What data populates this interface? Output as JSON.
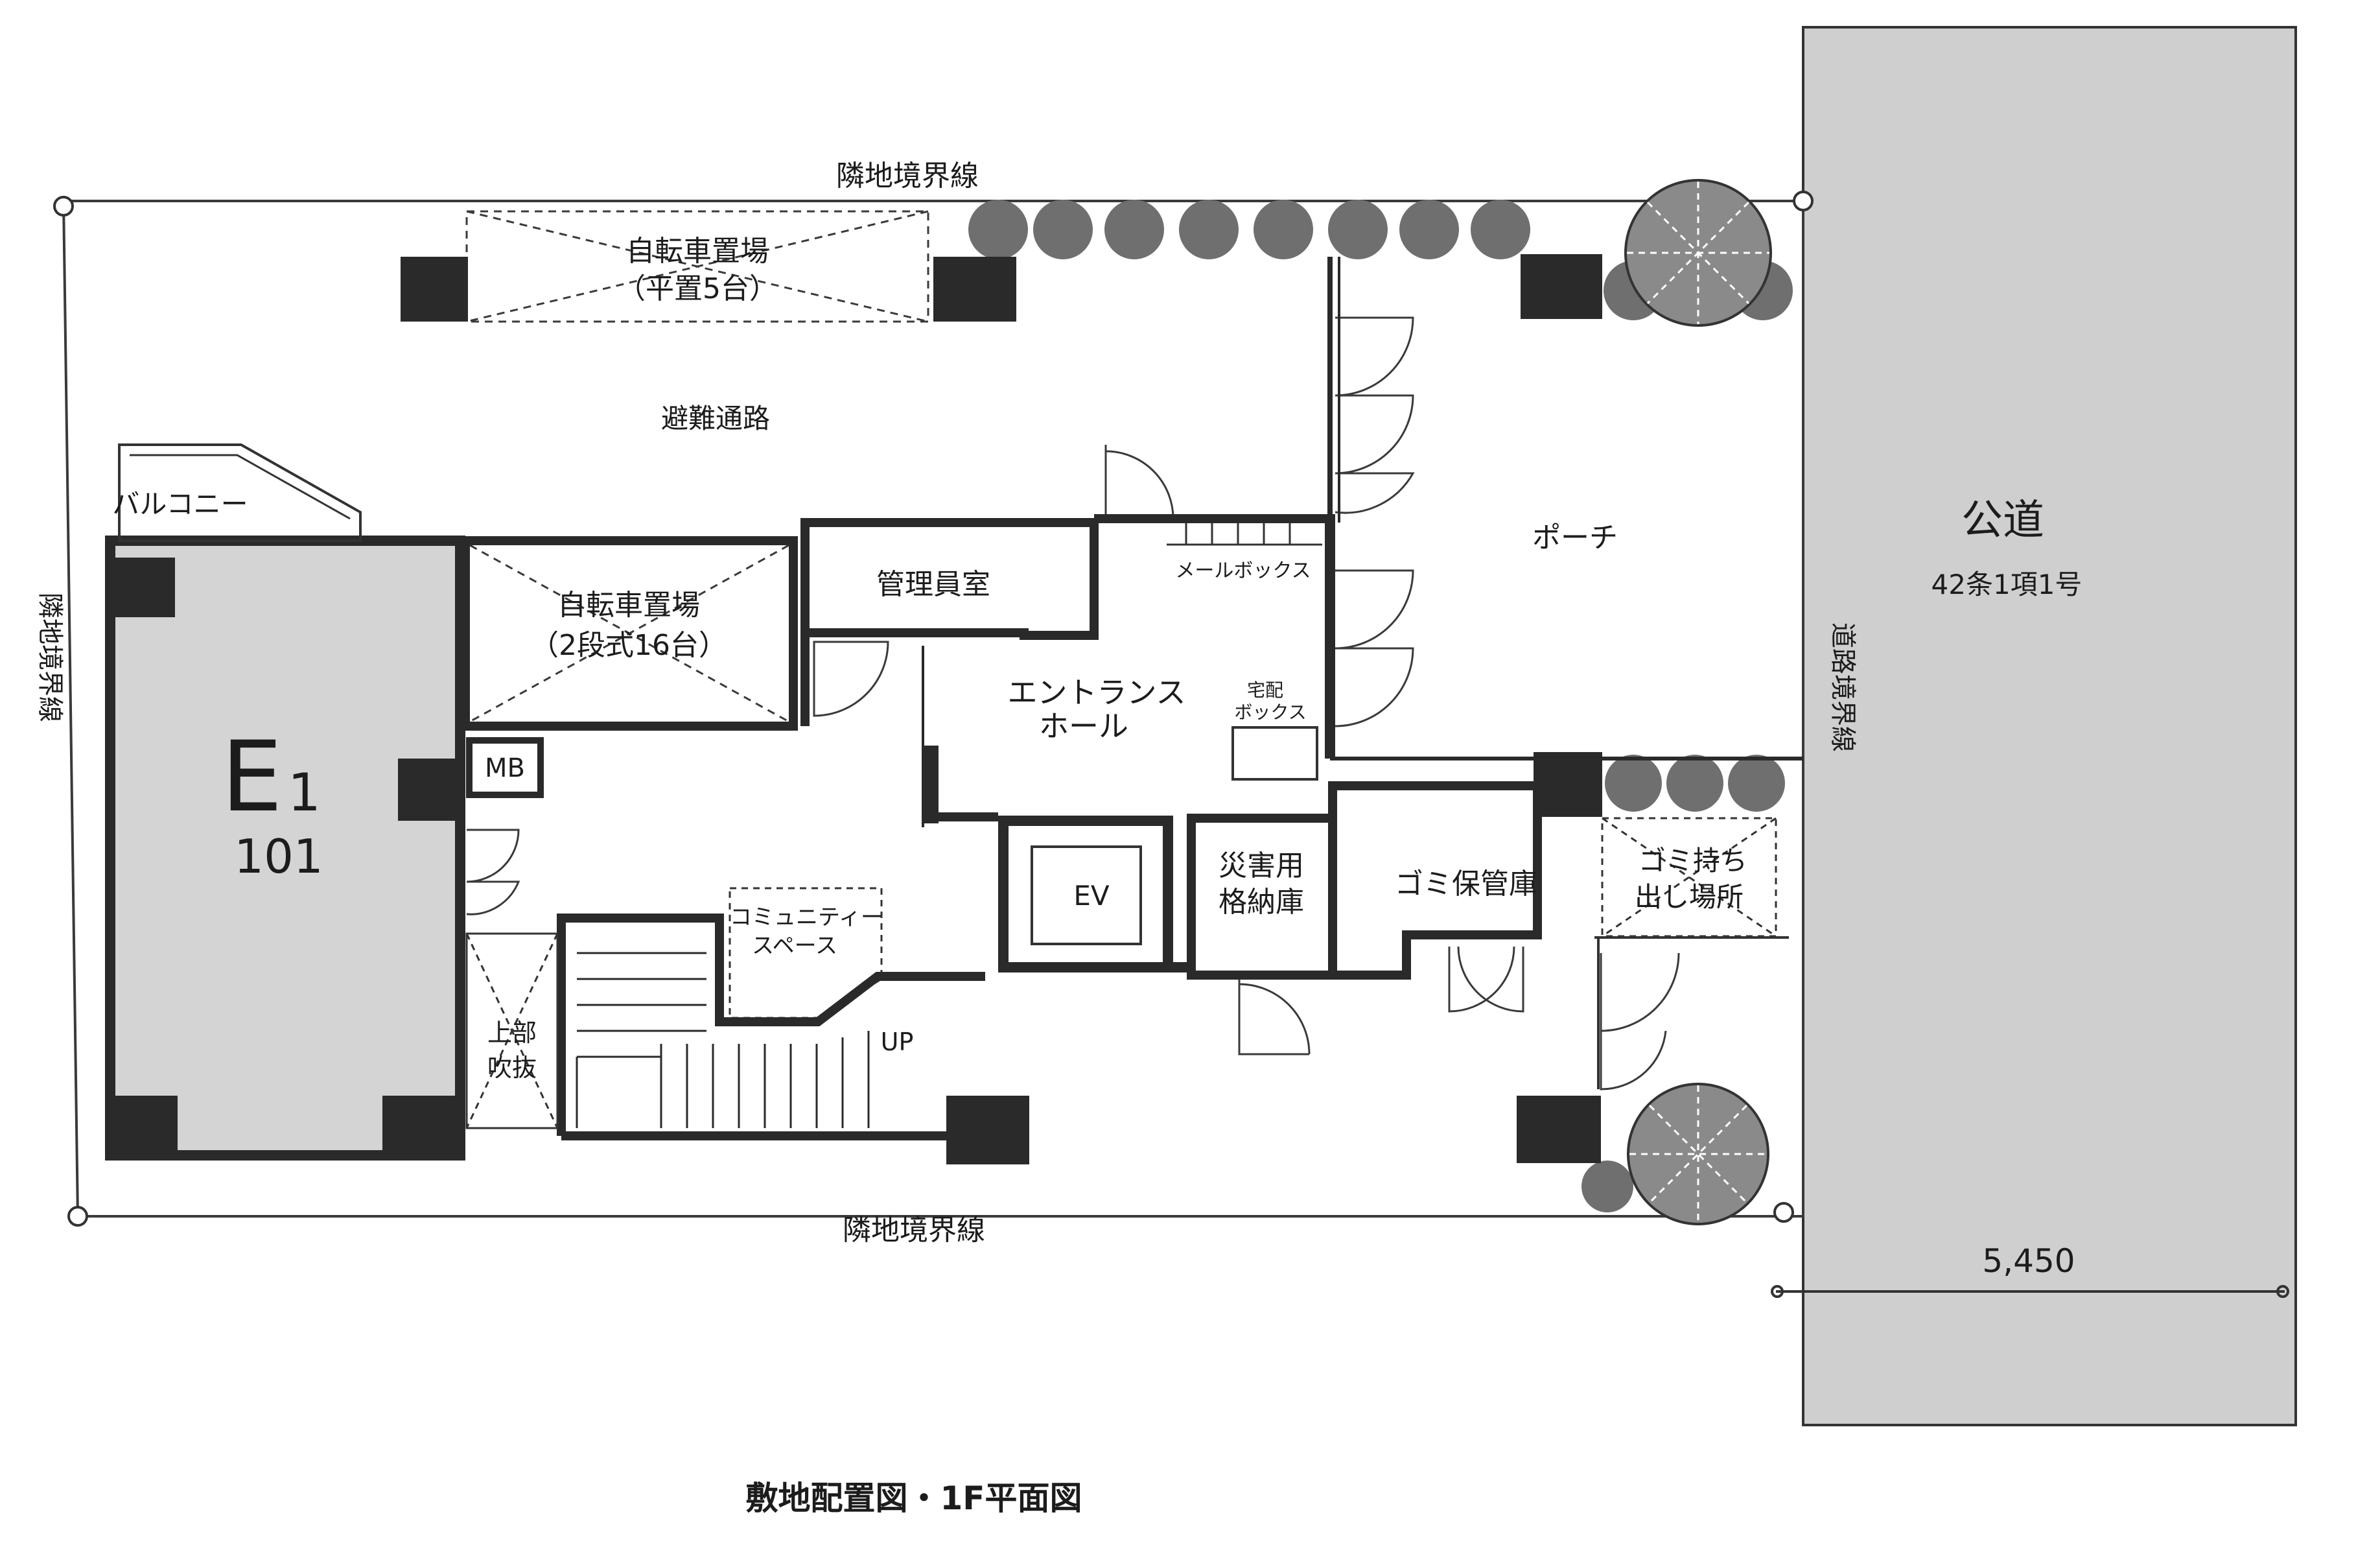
{
  "title": "敷地配置図・1F平面図",
  "labels": {
    "boundary_top": "隣地境界線",
    "boundary_bottom": "隣地境界線",
    "boundary_left": "隣地境界線",
    "road_boundary": "道路境界線",
    "bike_parking_top_1": "自転車置場",
    "bike_parking_top_2": "（平置5台）",
    "evac_route": "避難通路",
    "balcony": "バルコニー",
    "unit_name_main": "E",
    "unit_name_sub": "1",
    "unit_number": "101",
    "bike_parking_mid_1": "自転車置場",
    "bike_parking_mid_2": "（2段式16台）",
    "management_office": "管理員室",
    "mailbox": "メールボックス",
    "porch": "ポーチ",
    "entrance_hall_1": "エントランス",
    "entrance_hall_2": "ホール",
    "delivery_box_1": "宅配",
    "delivery_box_2": "ボックス",
    "meter_box": "MB",
    "community_space_1": "コミュニティー",
    "community_space_2": "スペース",
    "elevator": "EV",
    "disaster_storage_1": "災害用",
    "disaster_storage_2": "格納庫",
    "garbage_storage": "ゴミ保管庫",
    "garbage_out_1": "ゴミ持ち",
    "garbage_out_2": "出し場所",
    "void_above_1": "上部",
    "void_above_2": "吹抜",
    "stair_up": "UP",
    "public_road": "公道",
    "road_article": "42条1項1号",
    "road_width": "5,450"
  },
  "colors": {
    "wall": "#2a2a2a",
    "line": "#3a3a3a",
    "unit_fill": "#d4d4d4",
    "road_fill": "#cfcfcf",
    "tree_fill": "#6f6f6f",
    "tree_big_fill": "#8a8a8a"
  }
}
